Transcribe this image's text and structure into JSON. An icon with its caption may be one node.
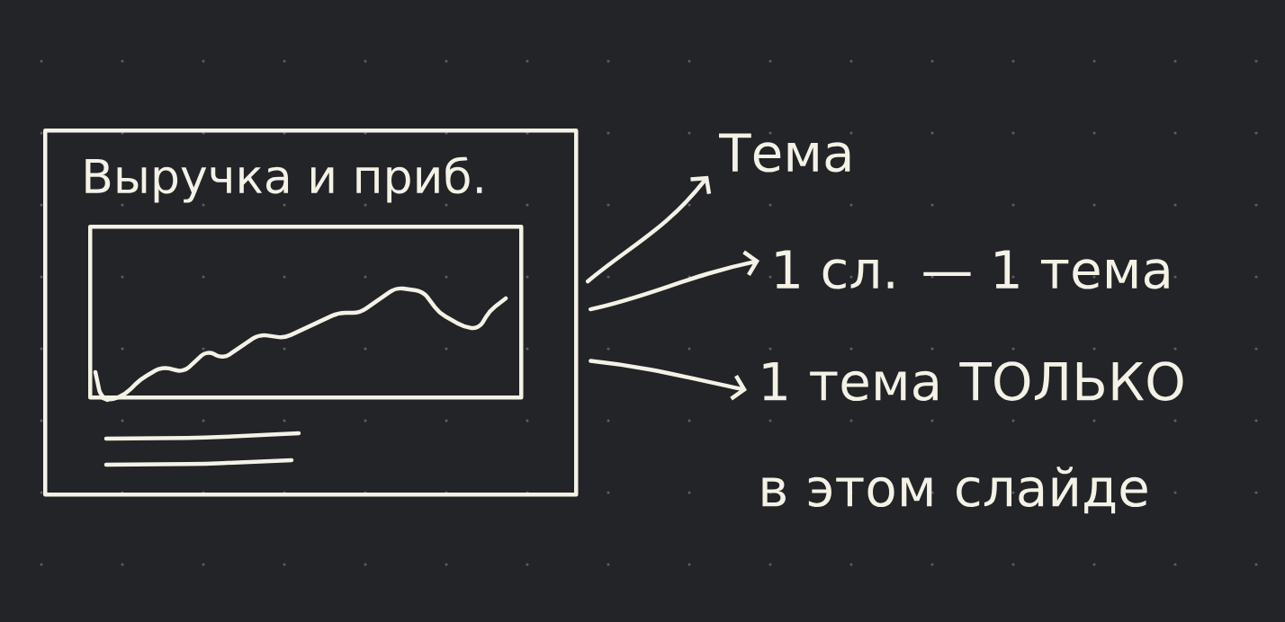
{
  "diagram": {
    "nodes": [
      {
        "text": [
          "Выручка и приб."
        ]
      },
      {
        "text": [],
        "shape": "box",
        "in": 0
      },
      {
        "text": [
          "Тема"
        ]
      },
      {
        "text": [
          "1 сл. — 1 тема"
        ]
      },
      {
        "text": [
          "1 тема ТОЛЬКО в этом слайде"
        ]
      }
    ],
    "edges": [
      {
        "from": 0,
        "to": 2,
        "arrow": "to"
      },
      {
        "from": 0,
        "to": 3,
        "arrow": "to"
      },
      {
        "from": 0,
        "to": 4,
        "arrow": "to"
      }
    ]
  }
}
